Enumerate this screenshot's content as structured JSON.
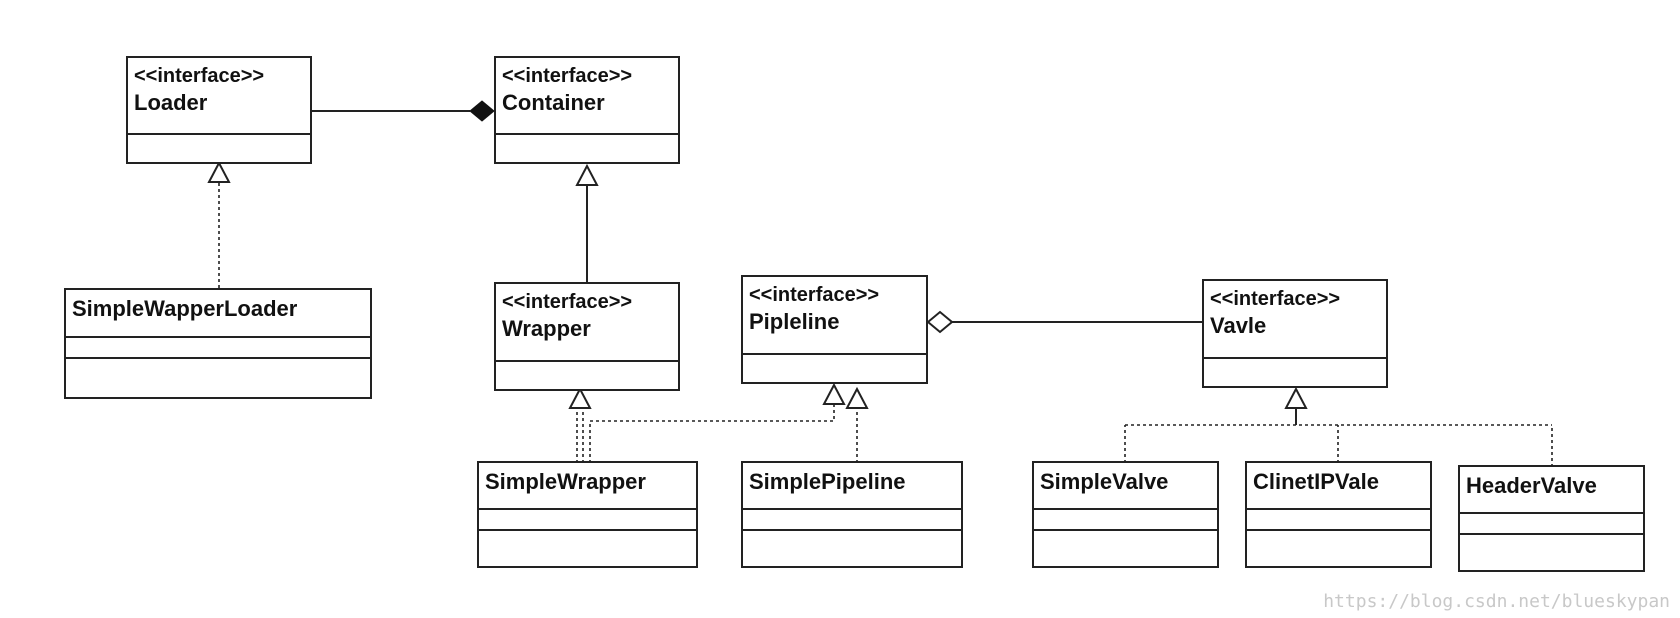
{
  "classes": {
    "loader": {
      "stereotype": "<<interface>>",
      "name": "Loader"
    },
    "container": {
      "stereotype": "<<interface>>",
      "name": "Container"
    },
    "simple_wapper_loader": {
      "name": "SimpleWapperLoader"
    },
    "wrapper": {
      "stereotype": "<<interface>>",
      "name": "Wrapper"
    },
    "pipleline": {
      "stereotype": "<<interface>>",
      "name": "Pipleline"
    },
    "vavle": {
      "stereotype": "<<interface>>",
      "name": "Vavle"
    },
    "simple_wrapper": {
      "name": "SimpleWrapper"
    },
    "simple_pipeline": {
      "name": "SimplePipeline"
    },
    "simple_valve": {
      "name": "SimpleValve"
    },
    "clinet_ip_vale": {
      "name": "ClinetIPVale"
    },
    "header_valve": {
      "name": "HeaderValve"
    }
  },
  "relations": [
    {
      "type": "composition",
      "whole": "Container",
      "part": "Loader"
    },
    {
      "type": "aggregation",
      "whole": "Pipleline",
      "part": "Vavle"
    },
    {
      "type": "realization",
      "from": "SimpleWapperLoader",
      "to": "Loader"
    },
    {
      "type": "generalization",
      "from": "Wrapper",
      "to": "Container"
    },
    {
      "type": "realization",
      "from": "SimpleWrapper",
      "to": "Wrapper"
    },
    {
      "type": "realization",
      "from": "SimpleWrapper",
      "to": "Pipleline"
    },
    {
      "type": "realization",
      "from": "SimplePipeline",
      "to": "Pipleline"
    },
    {
      "type": "realization",
      "from": "SimpleValve",
      "to": "Vavle"
    },
    {
      "type": "realization",
      "from": "ClinetIPVale",
      "to": "Vavle"
    },
    {
      "type": "realization",
      "from": "HeaderValve",
      "to": "Vavle"
    }
  ],
  "colors": {
    "line": "#222222",
    "watermark": "#c8c8c8"
  },
  "watermark": "https://blog.csdn.net/blueskypan"
}
